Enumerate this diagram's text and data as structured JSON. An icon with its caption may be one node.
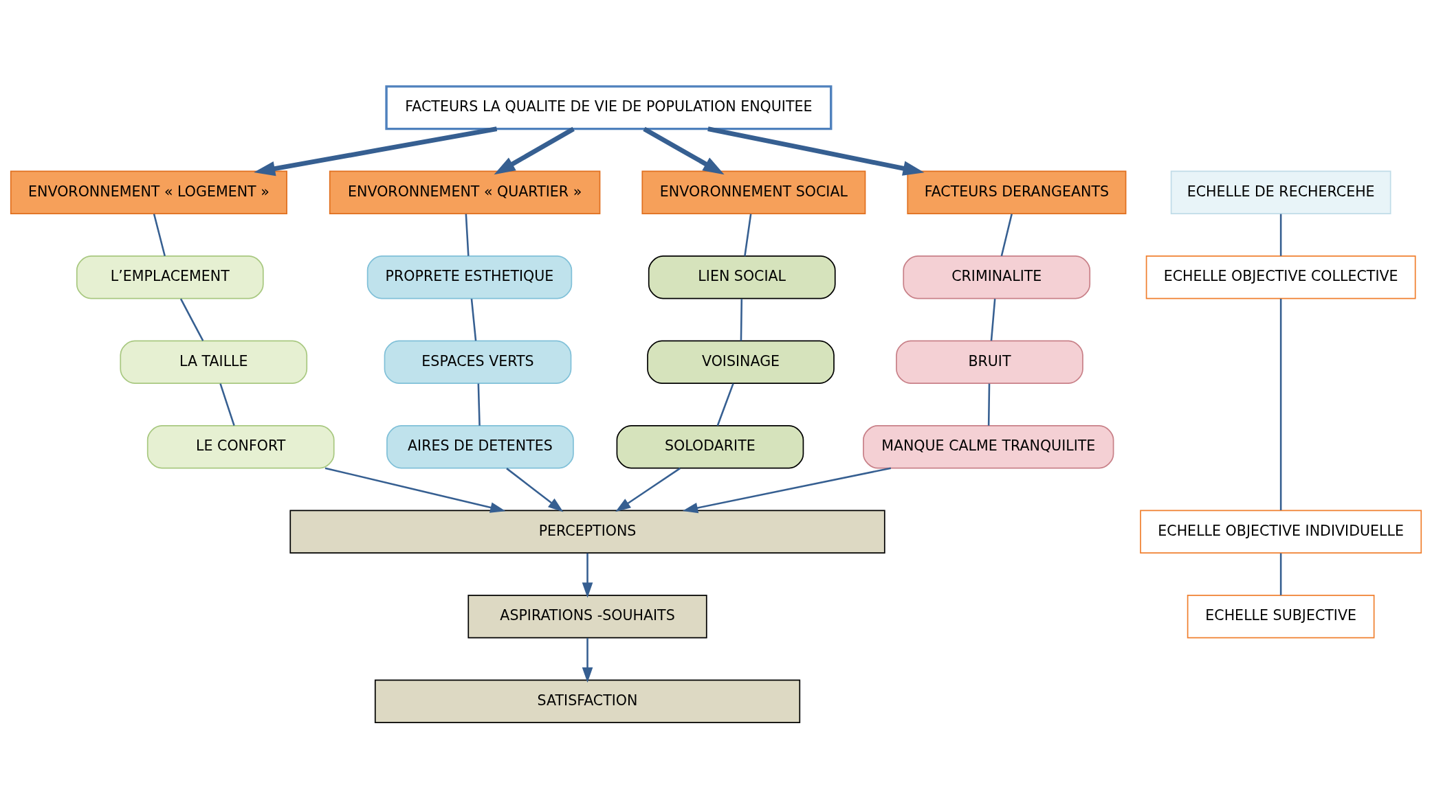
{
  "diagram": {
    "nodes": [
      {
        "text": [
          "FACTEURS LA QUALITE DE VIE DE POPULATION ENQUITEE"
        ]
      },
      {
        "text": [
          "ECHELLE DE RECHERCEHE"
        ]
      },
      {
        "text": [
          "ENVORONNEMENT « LOGEMENT »"
        ]
      },
      {
        "text": [
          "ENVORONNEMENT « QUARTIER »"
        ]
      },
      {
        "text": [
          "ENVORONNEMENT SOCIAL"
        ]
      },
      {
        "text": [
          "FACTEURS DERANGEANTS"
        ]
      },
      {
        "text": [
          "ECHELLE OBJECTIVE COLLECTIVE"
        ]
      },
      {
        "text": [
          "L’EMPLACEMENT"
        ]
      },
      {
        "text": [
          "PROPRETE ESTHETIQUE"
        ]
      },
      {
        "text": [
          "LIEN SOCIAL"
        ]
      },
      {
        "text": [
          "CRIMINALITE"
        ]
      },
      {
        "text": [
          "LA TAILLE"
        ]
      },
      {
        "text": [
          "ESPACES VERTS"
        ]
      },
      {
        "text": [
          "VOISINAGE"
        ]
      },
      {
        "text": [
          "BRUIT"
        ]
      },
      {
        "text": [
          "LE CONFORT"
        ]
      },
      {
        "text": [
          "AIRES DE DETENTES"
        ]
      },
      {
        "text": [
          "SOLODARITE"
        ]
      },
      {
        "text": [
          "MANQUE CALME TRANQUILITE"
        ]
      },
      {
        "text": [
          "PERCEPTIONS"
        ]
      },
      {
        "text": [
          "ECHELLE OBJECTIVE INDIVIDUELLE"
        ]
      },
      {
        "text": [
          "ASPIRATIONS -SOUHAITS"
        ]
      },
      {
        "text": [
          "ECHELLE SUBJECTIVE"
        ]
      },
      {
        "text": [
          "SATISFACTION"
        ]
      }
    ],
    "edges": [
      {
        "from": 0,
        "to": 2,
        "arrow": "to",
        "style": "thick"
      },
      {
        "from": 0,
        "to": 3,
        "arrow": "to",
        "style": "thick"
      },
      {
        "from": 0,
        "to": 4,
        "arrow": "to",
        "style": "thick"
      },
      {
        "from": 0,
        "to": 5,
        "arrow": "to",
        "style": "thick"
      },
      {
        "from": 1,
        "to": 6,
        "arrow": "none"
      },
      {
        "from": 2,
        "to": 7,
        "arrow": "none"
      },
      {
        "from": 3,
        "to": 8,
        "arrow": "none"
      },
      {
        "from": 4,
        "to": 9,
        "arrow": "none"
      },
      {
        "from": 5,
        "to": 10,
        "arrow": "none"
      },
      {
        "from": 7,
        "to": 11,
        "arrow": "none"
      },
      {
        "from": 8,
        "to": 12,
        "arrow": "none"
      },
      {
        "from": 9,
        "to": 13,
        "arrow": "none"
      },
      {
        "from": 10,
        "to": 14,
        "arrow": "none"
      },
      {
        "from": 11,
        "to": 15,
        "arrow": "none"
      },
      {
        "from": 12,
        "to": 16,
        "arrow": "none"
      },
      {
        "from": 13,
        "to": 17,
        "arrow": "none"
      },
      {
        "from": 14,
        "to": 18,
        "arrow": "none"
      },
      {
        "from": 15,
        "to": 19,
        "arrow": "to"
      },
      {
        "from": 16,
        "to": 19,
        "arrow": "to"
      },
      {
        "from": 17,
        "to": 19,
        "arrow": "to"
      },
      {
        "from": 18,
        "to": 19,
        "arrow": "to"
      },
      {
        "from": 6,
        "to": 20,
        "arrow": "none"
      },
      {
        "from": 19,
        "to": 21,
        "arrow": "to"
      },
      {
        "from": 20,
        "to": 22,
        "arrow": "none"
      },
      {
        "from": 21,
        "to": 23,
        "arrow": "to"
      }
    ]
  }
}
